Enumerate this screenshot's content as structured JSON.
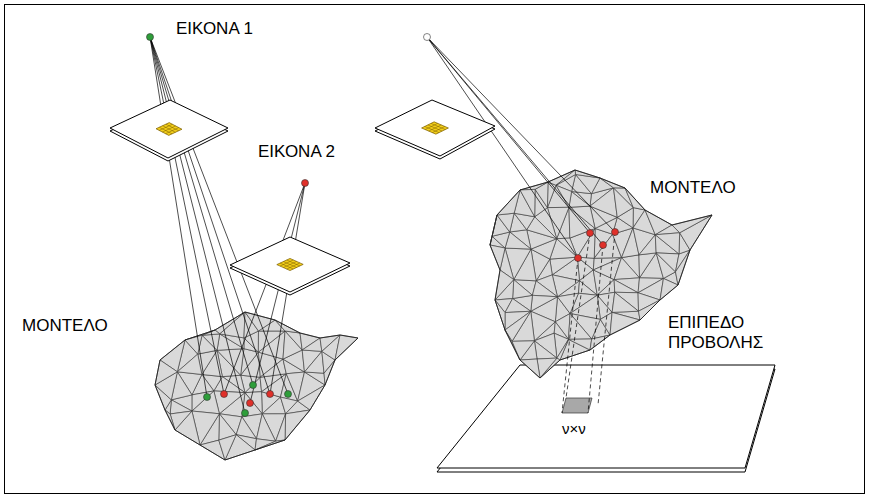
{
  "diagram": {
    "labels": [
      "ΕΙΚΟΝΑ 1",
      "ΕΙΚΟΝΑ 2",
      "ΜΟΝΤΕΛΟ",
      "ΜΟΝΤΕΛΟ",
      "ΕΠΙΠΕΔΟ ΠΡΟΒΟΛΗΣ",
      "ν×ν"
    ]
  }
}
